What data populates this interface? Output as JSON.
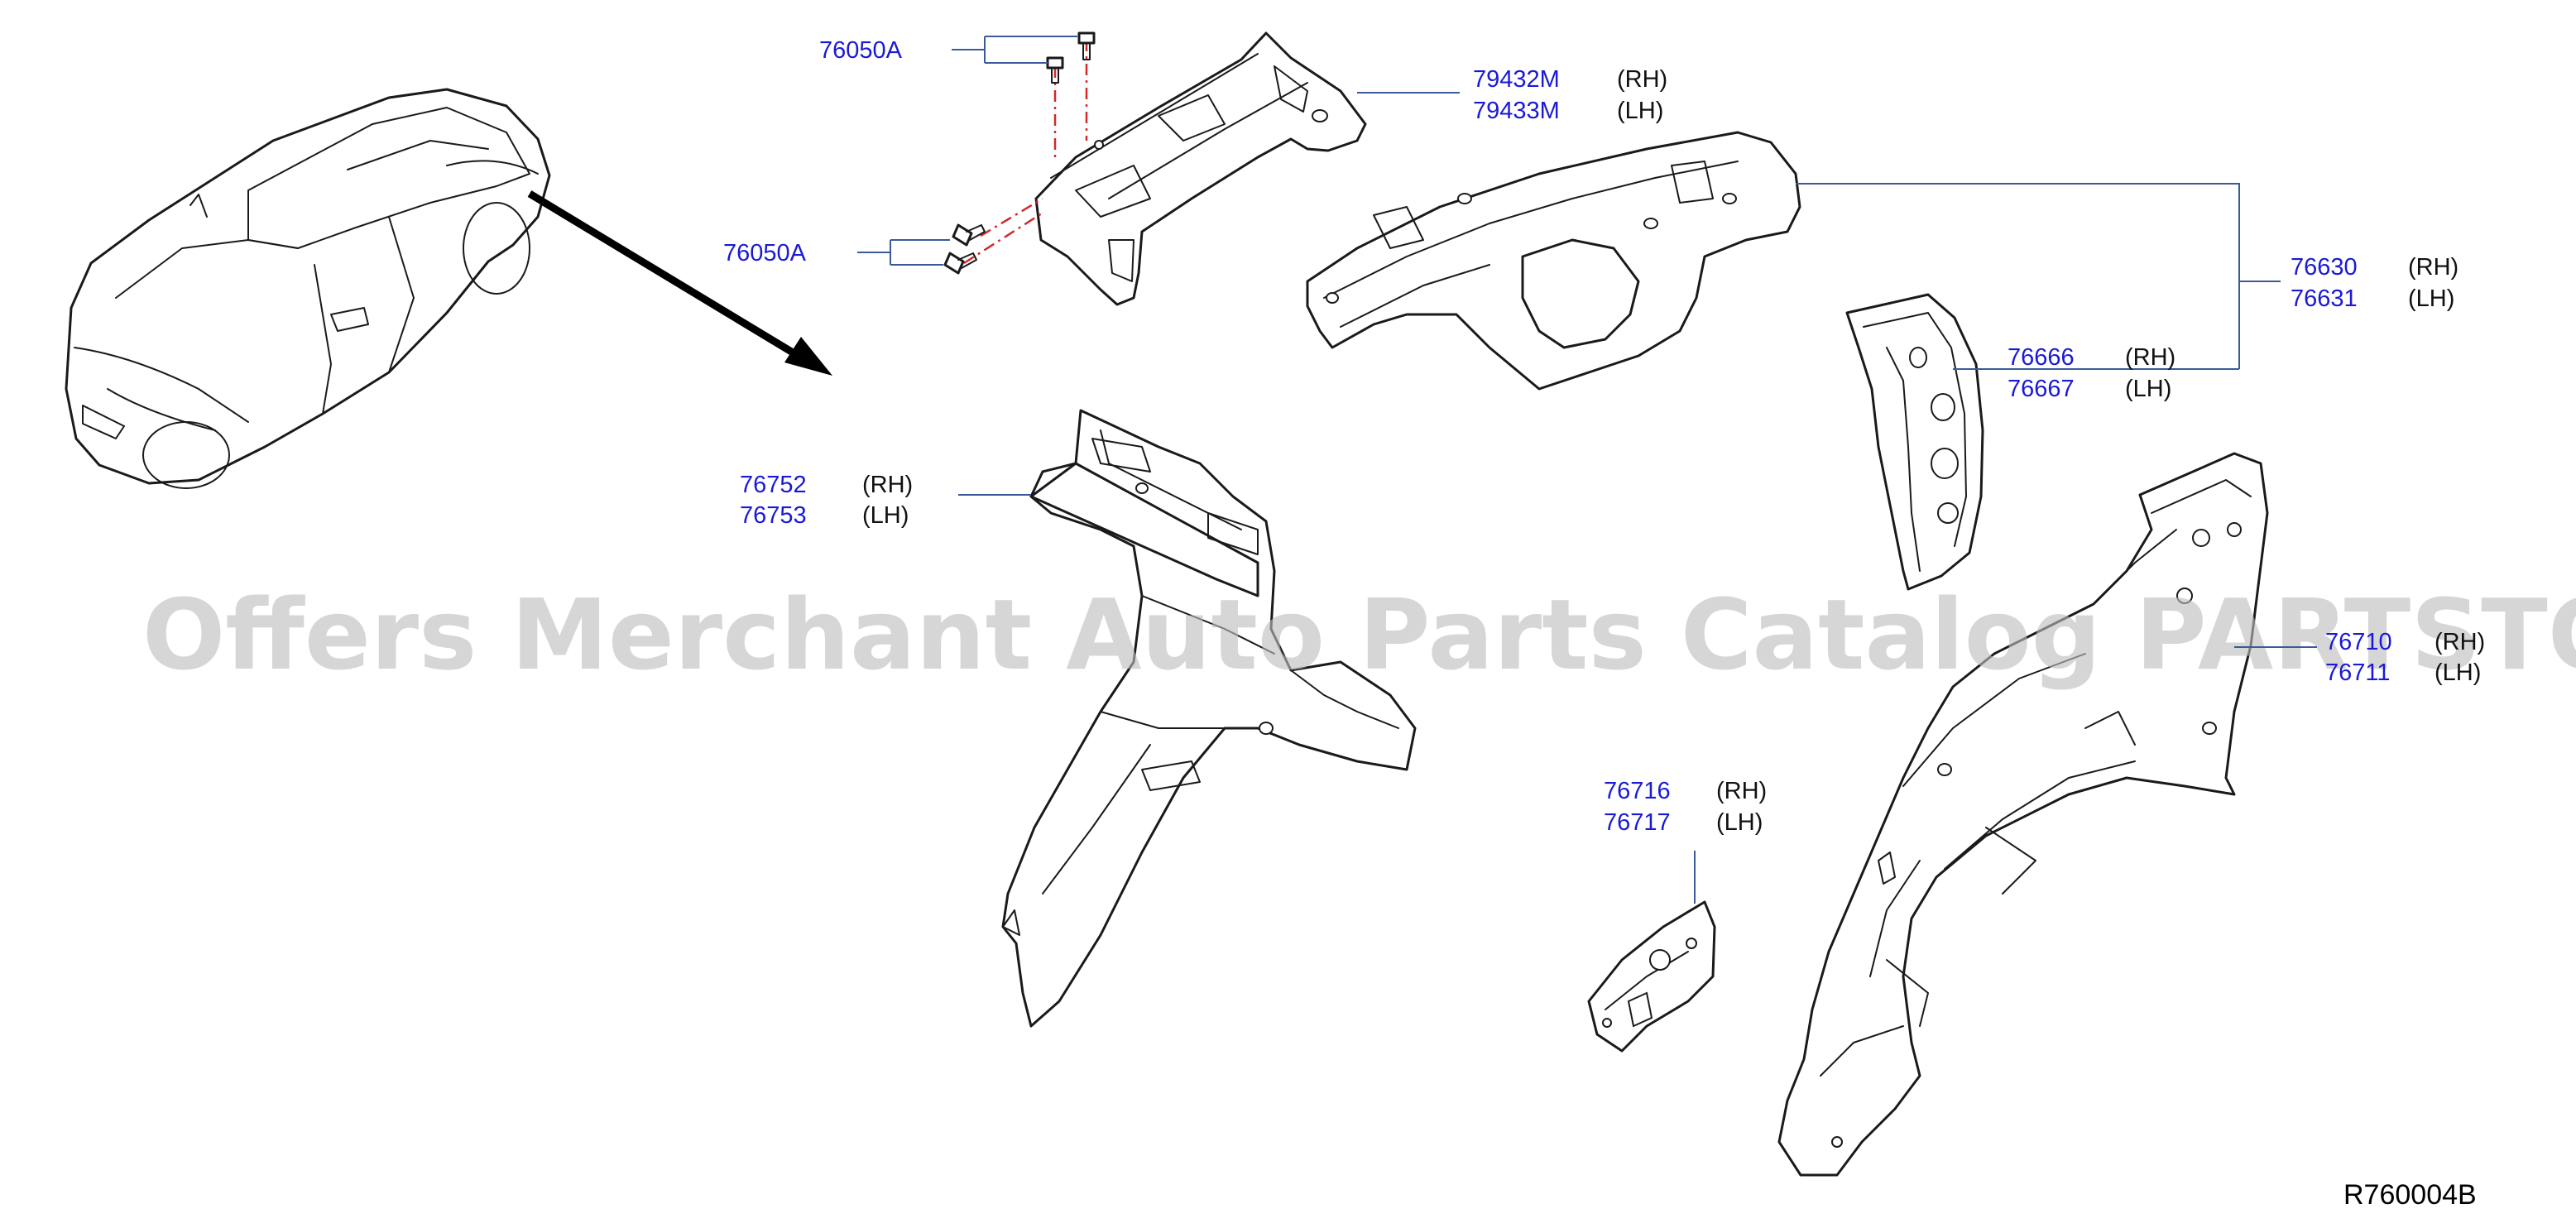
{
  "diagram": {
    "reference_code": "R760004B",
    "watermark": "Offers Merchant Auto Parts Catalog PARTSTORE.SA",
    "callouts": [
      {
        "id": "c1",
        "part": "76050A",
        "side": ""
      },
      {
        "id": "c2",
        "part": "76050A",
        "side": ""
      },
      {
        "id": "c3a",
        "part": "79432M",
        "side": "(RH)"
      },
      {
        "id": "c3b",
        "part": "79433M",
        "side": "(LH)"
      },
      {
        "id": "c4a",
        "part": "76630",
        "side": "(RH)"
      },
      {
        "id": "c4b",
        "part": "76631",
        "side": "(LH)"
      },
      {
        "id": "c5a",
        "part": "76666",
        "side": "(RH)"
      },
      {
        "id": "c5b",
        "part": "76667",
        "side": "(LH)"
      },
      {
        "id": "c6a",
        "part": "76752",
        "side": "(RH)"
      },
      {
        "id": "c6b",
        "part": "76753",
        "side": "(LH)"
      },
      {
        "id": "c7a",
        "part": "76710",
        "side": "(RH)"
      },
      {
        "id": "c7b",
        "part": "76711",
        "side": "(LH)"
      },
      {
        "id": "c8a",
        "part": "76716",
        "side": "(RH)"
      },
      {
        "id": "c8b",
        "part": "76717",
        "side": "(LH)"
      }
    ]
  }
}
